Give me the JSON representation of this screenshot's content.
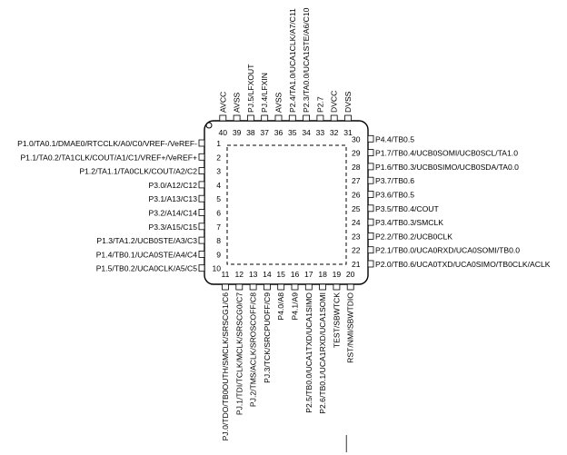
{
  "left": [
    {
      "num": "1",
      "label": "P1.0/TA0.1/DMAE0/RTCCLK/A0/C0/VREF-/VeREF-"
    },
    {
      "num": "2",
      "label": "P1.1/TA0.2/TA1CLK/COUT/A1/C1/VREF+/VeREF+"
    },
    {
      "num": "3",
      "label": "P1.2/TA1.1/TA0CLK/COUT/A2/C2"
    },
    {
      "num": "4",
      "label": "P3.0/A12/C12"
    },
    {
      "num": "5",
      "label": "P3.1/A13/C13"
    },
    {
      "num": "6",
      "label": "P3.2/A14/C14"
    },
    {
      "num": "7",
      "label": "P3.3/A15/C15"
    },
    {
      "num": "8",
      "label": "P1.3/TA1.2/UCB0STE/A3/C3"
    },
    {
      "num": "9",
      "label": "P1.4/TB0.1/UCA0STE/A4/C4"
    },
    {
      "num": "10",
      "label": "P1.5/TB0.2/UCA0CLK/A5/C5"
    }
  ],
  "bottom": [
    {
      "num": "11",
      "label": "PJ.0/TDO/TB0OUTH/SMCLK/SRSCG1/C6"
    },
    {
      "num": "12",
      "label": "PJ.1/TDI/TCLK/MCLK/SRSCG0/C7"
    },
    {
      "num": "13",
      "label": "PJ.2/TMS/ACLK/SROSCOFF/C8"
    },
    {
      "num": "14",
      "label": "PJ.3/TCK/SRCPUOFF/C9"
    },
    {
      "num": "15",
      "label": "P4.0/A8"
    },
    {
      "num": "16",
      "label": "P4.1/A9"
    },
    {
      "num": "17",
      "label": "P2.5/TB0.0/UCA1TXD/UCA1SIMO"
    },
    {
      "num": "18",
      "label": "P2.6/TB0.1/UCA1RXD/UCA1SOMI"
    },
    {
      "num": "19",
      "label": "TEST/SBWTCK"
    },
    {
      "num": "20",
      "label": "RST/NMI/SBWTDIO"
    }
  ],
  "right": [
    {
      "num": "21",
      "label": "P2.0/TB0.6/UCA0TXD/UCA0SIMO/TB0CLK/ACLK"
    },
    {
      "num": "22",
      "label": "P2.1/TB0.0/UCA0RXD/UCA0SOMI/TB0.0"
    },
    {
      "num": "23",
      "label": "P2.2/TB0.2/UCB0CLK"
    },
    {
      "num": "24",
      "label": "P3.4/TB0.3/SMCLK"
    },
    {
      "num": "25",
      "label": "P3.5/TB0.4/COUT"
    },
    {
      "num": "26",
      "label": "P3.6/TB0.5"
    },
    {
      "num": "27",
      "label": "P3.7/TB0.6"
    },
    {
      "num": "28",
      "label": "P1.6/TB0.3/UCB0SIMO/UCB0SDA/TA0.0"
    },
    {
      "num": "29",
      "label": "P1.7/TB0.4/UCB0SOMI/UCB0SCL/TA1.0"
    },
    {
      "num": "30",
      "label": "P4.4/TB0.5"
    }
  ],
  "top": [
    {
      "num": "31",
      "label": "DVSS"
    },
    {
      "num": "32",
      "label": "DVCC"
    },
    {
      "num": "33",
      "label": "P2.7"
    },
    {
      "num": "34",
      "label": "P2.3/TA0.0/UCA1STE/A6/C10"
    },
    {
      "num": "35",
      "label": "P2.4/TA1.0/UCA1CLK/A7/C11"
    },
    {
      "num": "36",
      "label": "AVSS"
    },
    {
      "num": "37",
      "label": "PJ.4/LFXIN"
    },
    {
      "num": "38",
      "label": "PJ.5/LFXOUT"
    },
    {
      "num": "39",
      "label": "AVSS"
    },
    {
      "num": "40",
      "label": "AVCC"
    }
  ]
}
